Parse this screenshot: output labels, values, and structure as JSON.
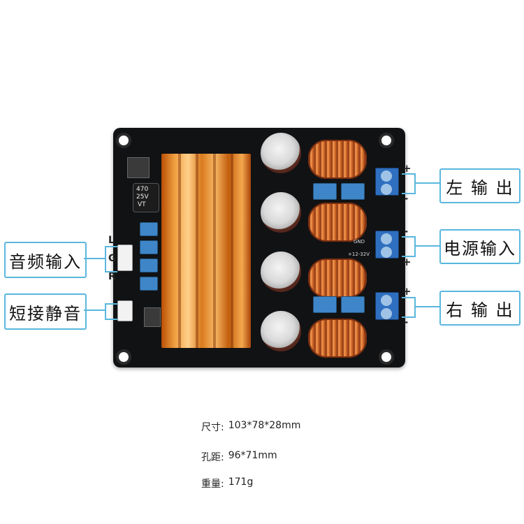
{
  "image": {
    "board": {
      "capacitor_labels": {
        "value": "470",
        "voltage": "25V",
        "mark": "VT"
      },
      "silk_labels": [
        "L",
        "G",
        "R"
      ],
      "power_silk": {
        "gnd": "GND",
        "vin": "+12-32V"
      }
    },
    "callouts": {
      "audio_input": "音频输入",
      "mute_short": "短接静音",
      "left_output": "左 输 出",
      "power_input": "电源输入",
      "right_output": "右 输 出"
    },
    "polarity": {
      "left_plus": "+",
      "left_minus": "-",
      "power_minus": "-",
      "power_plus": "+",
      "right_plus": "+",
      "right_minus": "-"
    },
    "specs": [
      {
        "label": "尺寸:",
        "value": "103*78*28mm"
      },
      {
        "label": "孔距:",
        "value": "96*71mm"
      },
      {
        "label": "重量:",
        "value": "171g"
      }
    ]
  }
}
